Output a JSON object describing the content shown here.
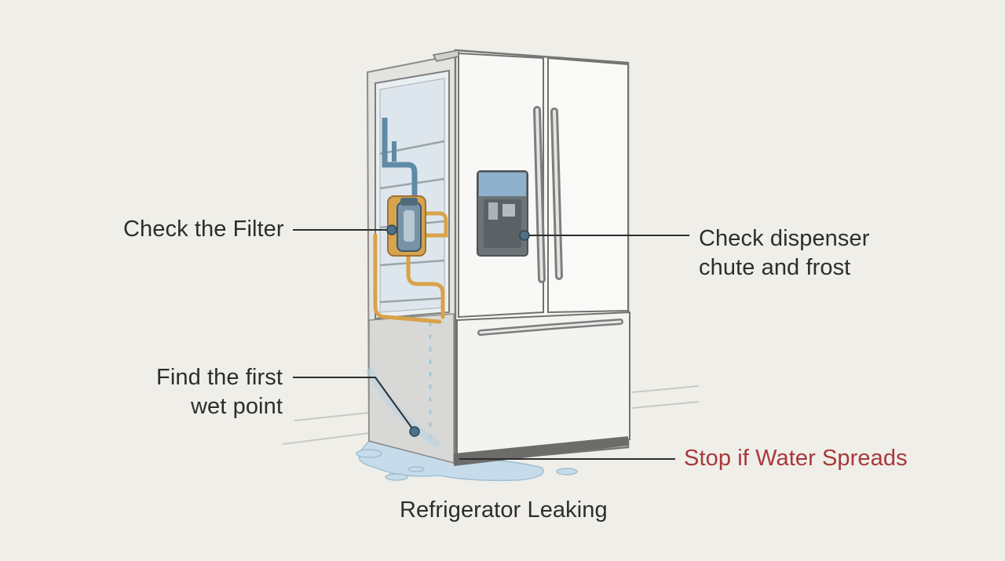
{
  "diagram": {
    "title": "Refrigerator Leaking",
    "callouts": {
      "filter": {
        "text": "Check the Filter"
      },
      "dispenser": {
        "lines": [
          "Check dispenser",
          "chute and frost"
        ]
      },
      "wet_point": {
        "lines": [
          "Find the first",
          "wet point"
        ]
      },
      "stop": {
        "text": "Stop if Water Spreads"
      }
    },
    "colors": {
      "background": "#efeee9",
      "text": "#2d2d2d",
      "warning": "#a8383a",
      "water_line": "#d9a24a",
      "water": "#b9d5e6",
      "marker": "#4f7086"
    }
  }
}
